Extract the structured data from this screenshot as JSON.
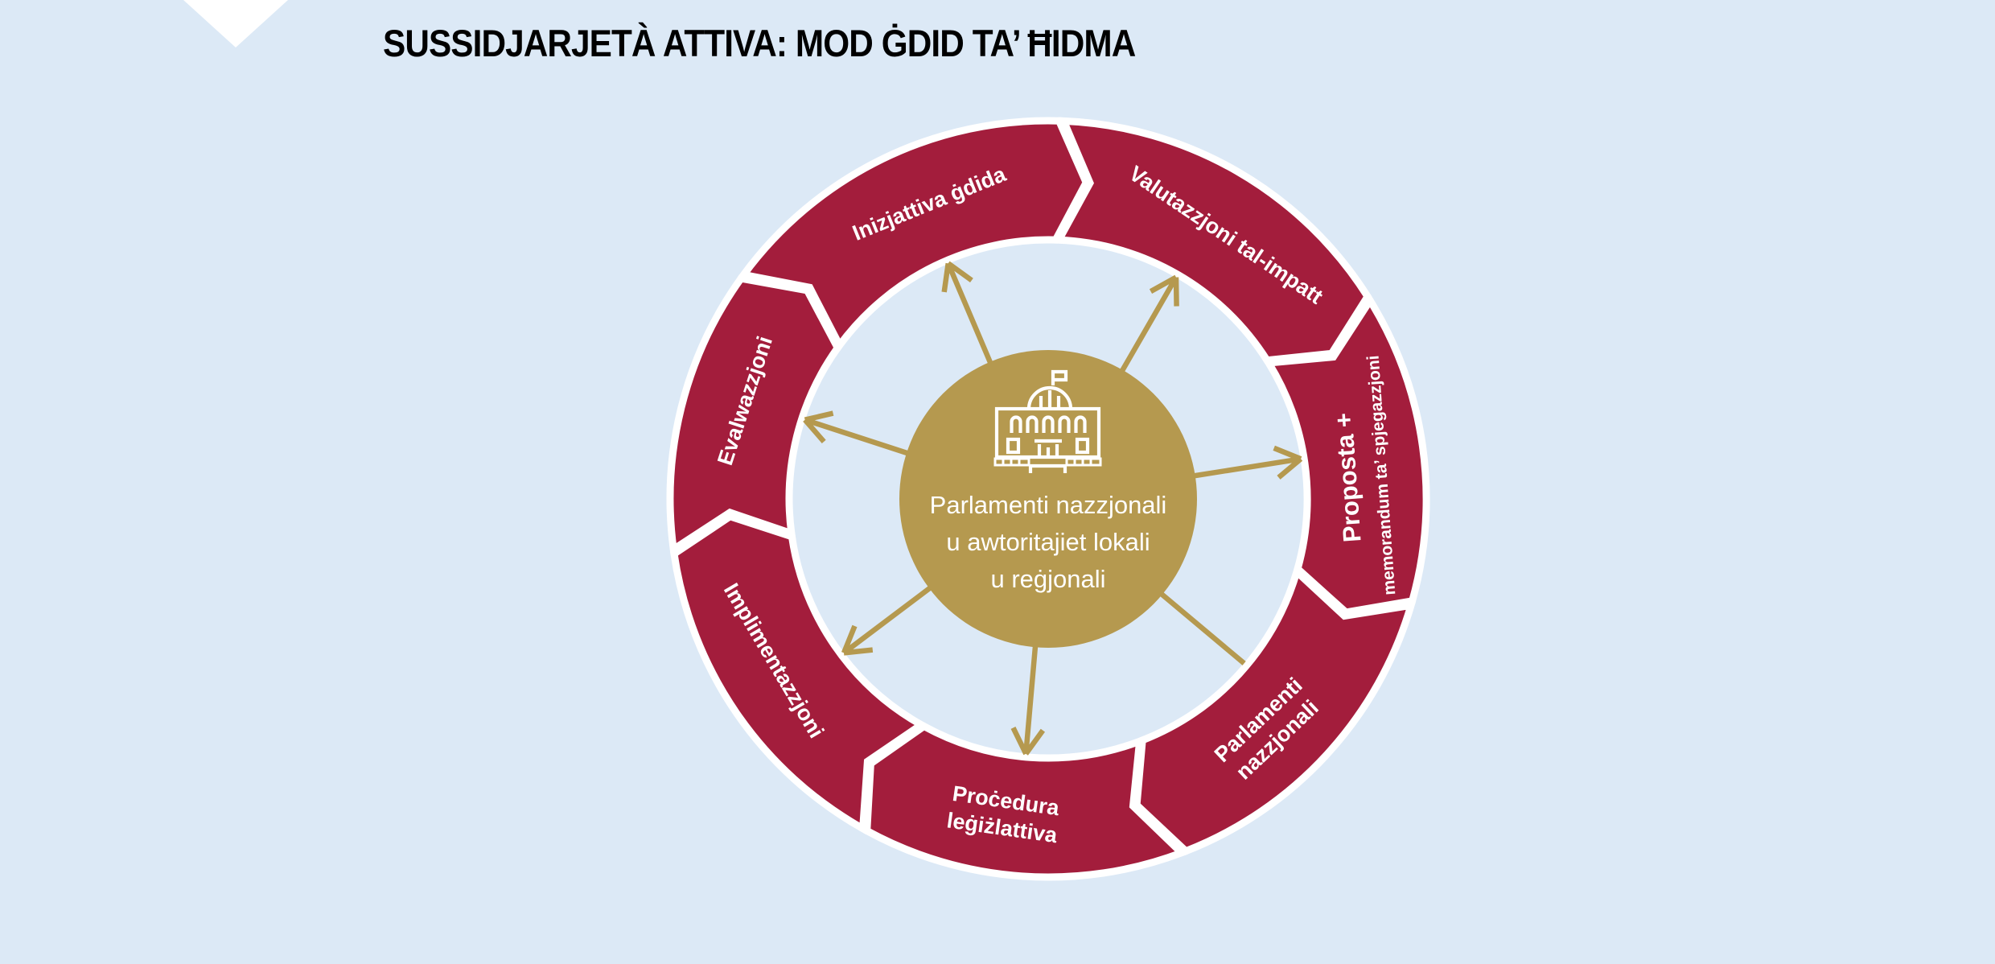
{
  "title": "SUSSIDJARJETÀ ATTIVA: MOD ĠDID TA’ ĦIDMA",
  "colors": {
    "background": "#dce9f6",
    "ring_red": "#a31d3c",
    "gold": "#b5994f",
    "outline_white": "#ffffff",
    "title_text": "#000000",
    "label_text": "#ffffff"
  },
  "center": {
    "icon": "parliament-building-icon",
    "lines": [
      "Parlamenti nazzjonali",
      "u awtoritajiet lokali",
      "u reġjonali"
    ]
  },
  "segments": [
    {
      "id": "inizjattiva-gdida",
      "lines": [
        "Inizjattiva ġdida"
      ]
    },
    {
      "id": "valutazzjoni-tal-impatt",
      "lines": [
        "Valutazzjoni tal-impatt"
      ]
    },
    {
      "id": "proposta-memorandum",
      "lines": [
        "Proposta +",
        "memorandum ta’ spjegazzjoni"
      ]
    },
    {
      "id": "parlamenti-nazzjonali",
      "lines": [
        "Parlamenti",
        "nazzjonali"
      ]
    },
    {
      "id": "procedura-legizlattiva",
      "lines": [
        "Proċedura",
        "leġiżlattiva"
      ]
    },
    {
      "id": "implimentazzjoni",
      "lines": [
        "Implimentazzjoni"
      ]
    },
    {
      "id": "evalwazzjoni",
      "lines": [
        "Evalwazzjoni"
      ]
    }
  ]
}
